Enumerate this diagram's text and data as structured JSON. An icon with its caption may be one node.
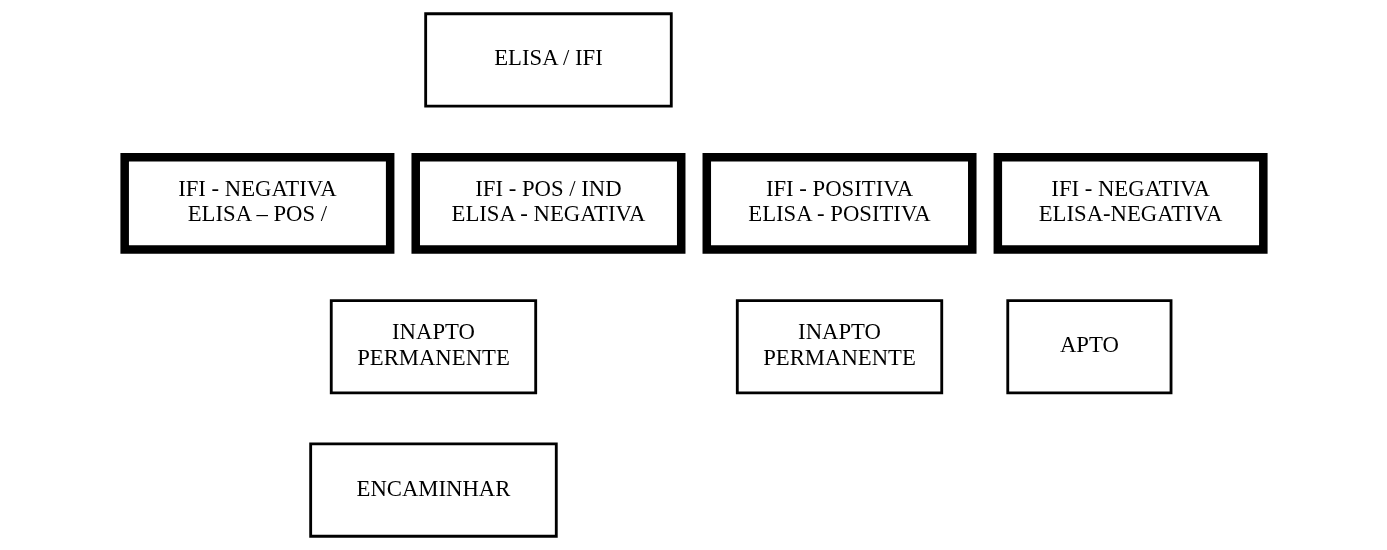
{
  "diagram": {
    "nodes": [
      {
        "text": [
          "ELISA / IFI"
        ]
      },
      {
        "text": [
          "IFI - NEGATIVA",
          "ELISA – POS /"
        ]
      },
      {
        "text": [
          "IFI - POS / IND",
          "ELISA - NEGATIVA"
        ]
      },
      {
        "text": [
          "IFI - POSITIVA",
          "ELISA - POSITIVA"
        ]
      },
      {
        "text": [
          "IFI - NEGATIVA",
          "ELISA-NEGATIVA"
        ]
      },
      {
        "text": [
          "INAPTO",
          "PERMANENTE"
        ]
      },
      {
        "text": [
          "INAPTO",
          "PERMANENTE"
        ]
      },
      {
        "text": [
          "APTO"
        ]
      },
      {
        "text": [
          "ENCAMINHAR"
        ]
      }
    ]
  }
}
